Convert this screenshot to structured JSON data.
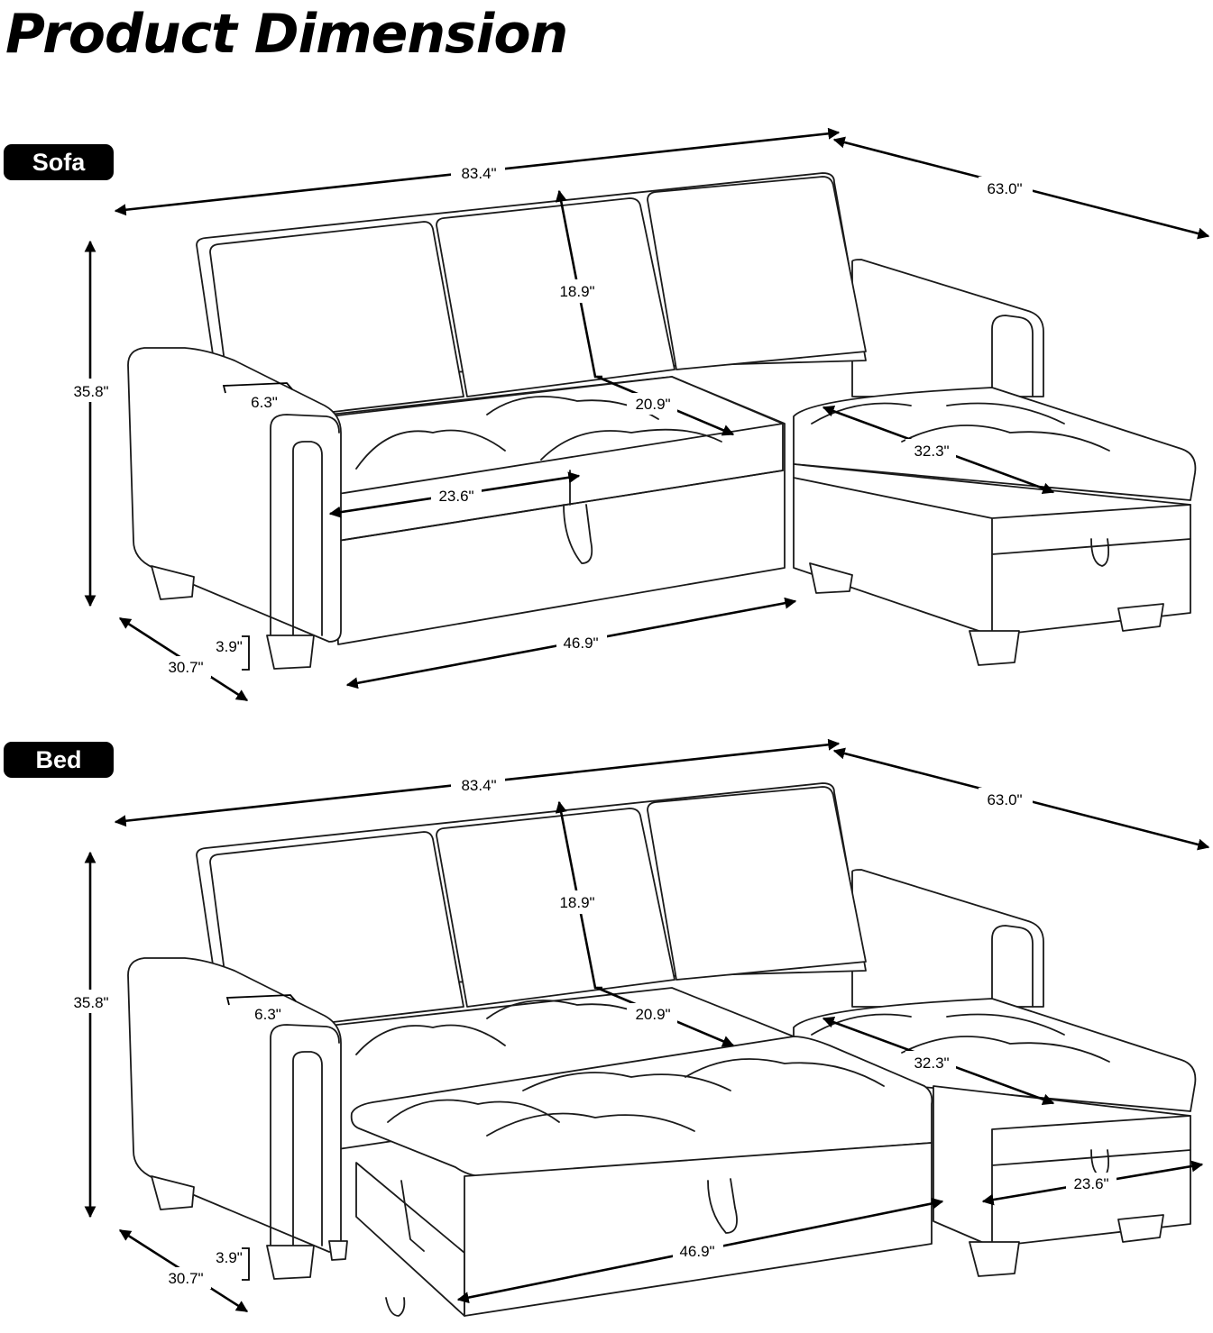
{
  "title": "Product Dimension",
  "sections": [
    {
      "label": "Sofa",
      "dims": {
        "total_width": "83.4\"",
        "chaise_length": "63.0\"",
        "height": "35.8\"",
        "back_height": "18.9\"",
        "seat_depth": "20.9\"",
        "arm_width": "6.3\"",
        "seat_width": "23.6\"",
        "chaise_width": "32.3\"",
        "base_width": "46.9\"",
        "leg_height": "3.9\"",
        "depth": "30.7\""
      }
    },
    {
      "label": "Bed",
      "dims": {
        "total_width": "83.4\"",
        "chaise_length": "63.0\"",
        "height": "35.8\"",
        "back_height": "18.9\"",
        "seat_depth": "20.9\"",
        "arm_width": "6.3\"",
        "chaise_width": "32.3\"",
        "ottoman_width": "23.6\"",
        "bed_width": "46.9\"",
        "leg_height": "3.9\"",
        "depth": "30.7\""
      }
    }
  ]
}
